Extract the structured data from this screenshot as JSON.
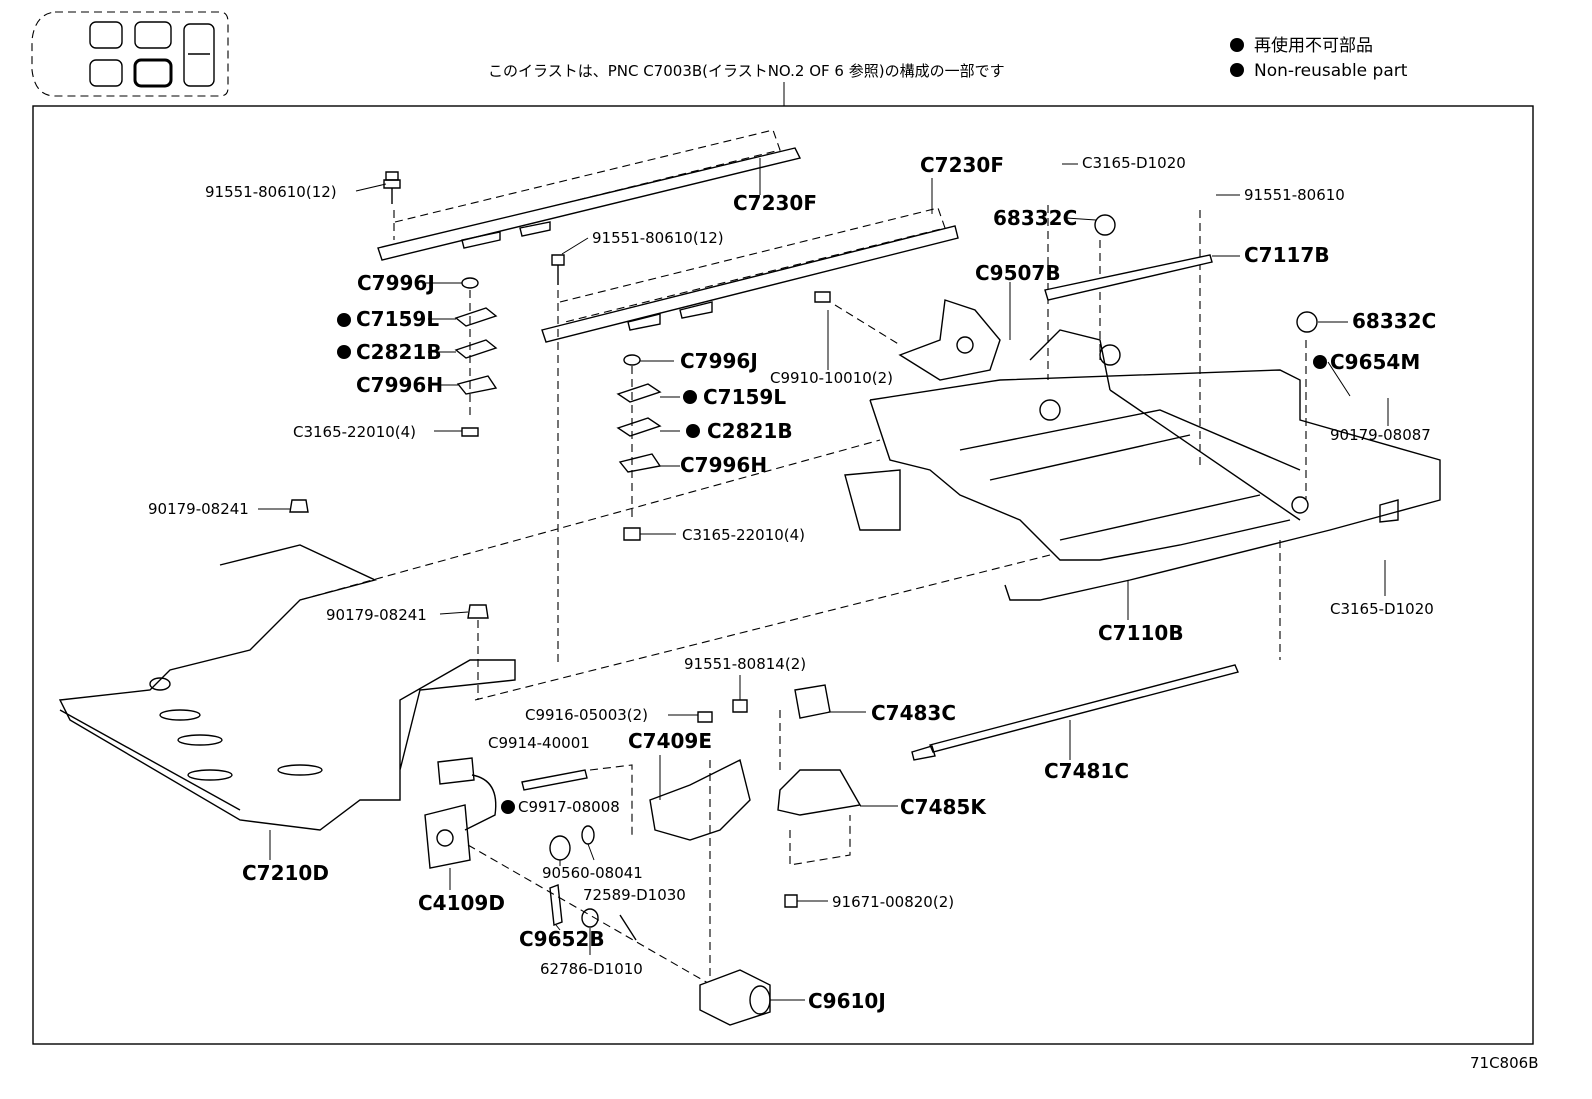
{
  "header": {
    "caption": "このイラストは、PNC C7003B(イラストNO.2 OF 6 参照)の構成の一部です",
    "legend_jp": "再使用不可部品",
    "legend_en": "Non-reusable part"
  },
  "footer": {
    "illustration_code": "71C806B"
  },
  "parts": {
    "p01": "91551-80610(12)",
    "p02": "C7230F",
    "p03": "91551-80610(12)",
    "p04": "C7230F",
    "p05": "C7996J",
    "p06": "C7159L",
    "p07": "C2821B",
    "p08": "C7996H",
    "p09": "C3165-22010(4)",
    "p10": "C7996J",
    "p11": "C7159L",
    "p12": "C2821B",
    "p13": "C7996H",
    "p14": "C3165-22010(4)",
    "p15": "C3165-D1020",
    "p16": "68332C",
    "p17": "91551-80610",
    "p18": "C7117B",
    "p19": "C9507B",
    "p20": "C9910-10010(2)",
    "p21": "68332C",
    "p22": "C9654M",
    "p23": "90179-08087",
    "p24": "90179-08241",
    "p25": "90179-08241",
    "p26": "C3165-D1020",
    "p27": "C7110B",
    "p28": "91551-80814(2)",
    "p29": "C7483C",
    "p30": "C9916-05003(2)",
    "p31": "C9914-40001",
    "p32": "C7409E",
    "p33": "C7481C",
    "p34": "C9917-08008",
    "p35": "C7485K",
    "p36": "90560-08041",
    "p37": "72589-D1030",
    "p38": "C7210D",
    "p39": "C4109D",
    "p40": "C9652B",
    "p41": "62786-D1010",
    "p42": "91671-00820(2)",
    "p43": "C9610J"
  }
}
